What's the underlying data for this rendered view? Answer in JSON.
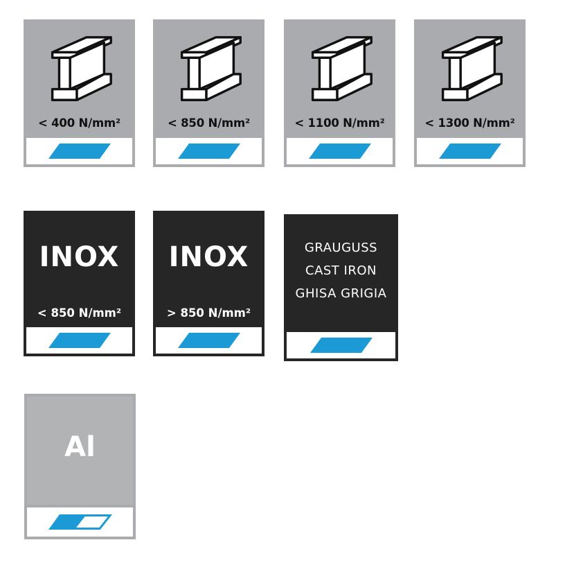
{
  "colors": {
    "accent_blue": "#1b9ad6",
    "steel_grey": "#a9abae",
    "dark_tile": "#262626",
    "alu_grey": "#b1b3b5"
  },
  "steel": [
    {
      "label": "< 400 N/mm²",
      "icon": "i-beam-icon"
    },
    {
      "label": "< 850 N/mm²",
      "icon": "i-beam-icon"
    },
    {
      "label": "< 1100 N/mm²",
      "icon": "i-beam-icon"
    },
    {
      "label": "< 1300 N/mm²",
      "icon": "i-beam-icon"
    }
  ],
  "inox": [
    {
      "title": "INOX",
      "label": "< 850 N/mm²"
    },
    {
      "title": "INOX",
      "label": "> 850 N/mm²"
    }
  ],
  "cast": {
    "lines": [
      "GRAUGUSS",
      "CAST IRON",
      "GHISA GRIGIA"
    ]
  },
  "alu": {
    "title": "Al"
  }
}
